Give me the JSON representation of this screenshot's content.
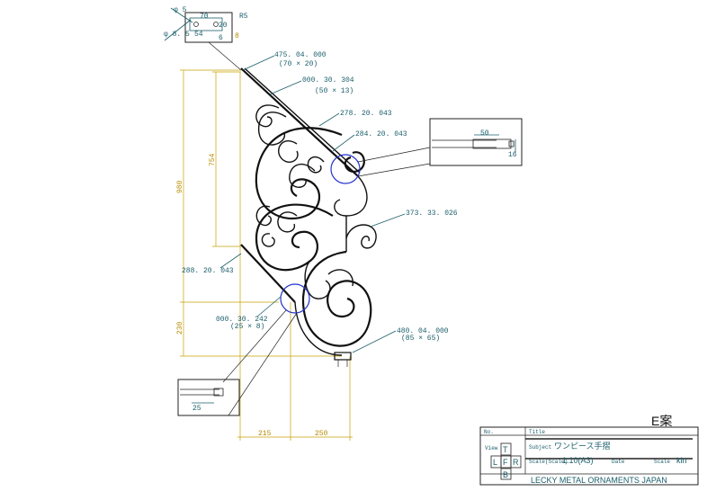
{
  "parts": {
    "top_bracket": "475. 04. 000",
    "top_bracket_size": "(70 × 20)",
    "main_bar": "000. 30. 304",
    "main_bar_size": "(50 × 13)",
    "scroll_a": "278. 20. 043",
    "scroll_b": "284. 20. 043",
    "scroll_c": "373. 33. 026",
    "scroll_d": "288. 20. 043",
    "bottom_bar": "000. 30. 242",
    "bottom_bar_size": "(25 × 8)",
    "bottom_plate": "480. 04. 000",
    "bottom_plate_size": "(85 × 65)"
  },
  "dimensions": {
    "h_total": "980",
    "h_inner": "754",
    "h_lower": "230",
    "w_left": "215",
    "w_right": "250",
    "detail_top_w": "50",
    "detail_top_h": "16",
    "detail_bottom_w": "25",
    "plate_w": "70",
    "plate_inner": "54",
    "plate_h": "20",
    "plate_t": "6",
    "hole_a": "φ 5",
    "hole_b": "φ 8. 5",
    "radius": "R5",
    "plate_side": "8"
  },
  "title_block": {
    "variant": "E案",
    "no_label": "No.",
    "title_label": "Title",
    "view_label": "View",
    "subject_label": "Subject",
    "subject": "ワンピース手摺",
    "scale_label": "Scale(Scale)",
    "scale": "1:10(A3)",
    "date_label": "Date",
    "scale_by_label": "Scale",
    "drawn_by": "kin",
    "view_t": "T",
    "view_l": "L",
    "view_f": "F",
    "view_r": "R",
    "view_b": "B",
    "company": "LECKY METAL ORNAMENTS JAPAN"
  }
}
